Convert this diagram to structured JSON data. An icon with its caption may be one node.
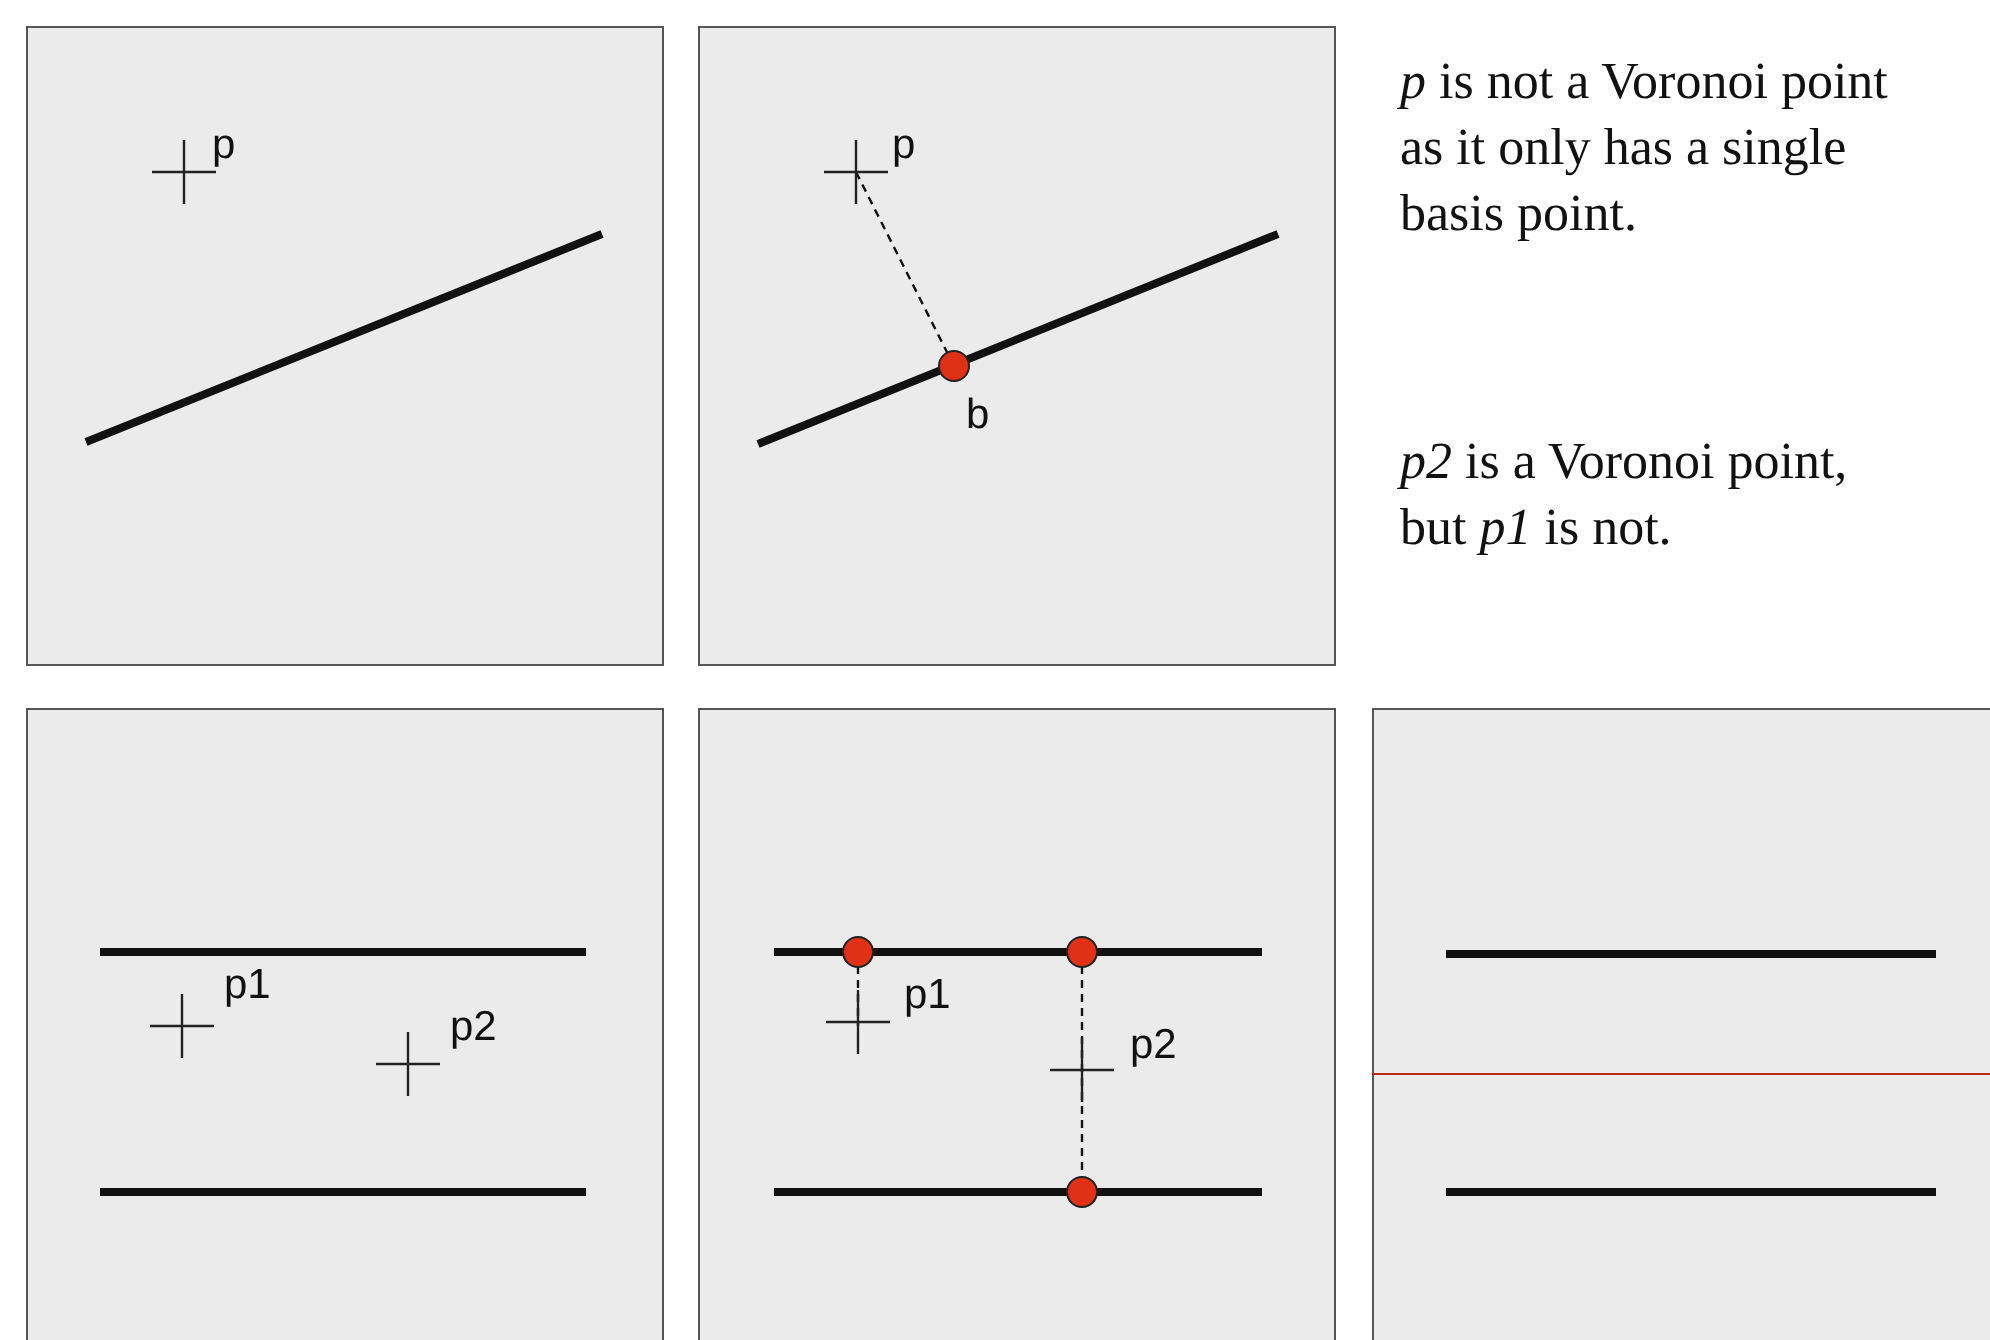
{
  "diagram": {
    "labels": [
      "p",
      "p",
      "b",
      "p1",
      "p2",
      "p1",
      "p2",
      "*p* is not a Voronoi point as it only has a single basis point.",
      "*p2* is a Voronoi point, but *p1* is not."
    ]
  }
}
